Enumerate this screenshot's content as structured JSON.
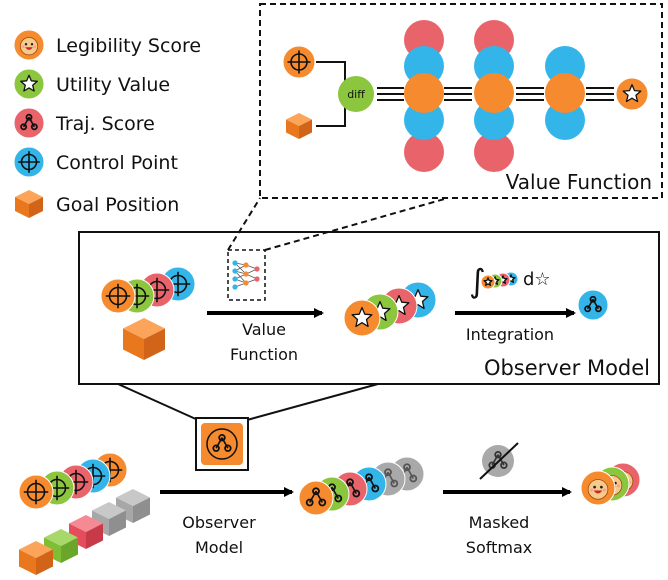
{
  "legend": {
    "legibility": "Legibility Score",
    "utility": "Utility Value",
    "traj": "Traj. Score",
    "control": "Control Point",
    "goal": "Goal Position"
  },
  "value_function_box": {
    "title": "Value Function",
    "diff_label": "diff"
  },
  "observer_box": {
    "title": "Observer Model",
    "value_fn_label_line1": "Value",
    "value_fn_label_line2": "Function",
    "integration_label": "Integration",
    "integral_suffix": "d☆"
  },
  "bottom": {
    "observer_label_line1": "Observer",
    "observer_label_line2": "Model",
    "softmax_label_line1": "Masked",
    "softmax_label_line2": "Softmax"
  },
  "colors": {
    "orange": "#F58A2E",
    "green": "#8CC63F",
    "red": "#E9636B",
    "blue": "#33B5EA",
    "grey": "#A9A9A9",
    "cube_top": "#FBA45A",
    "cube_left": "#E8771E",
    "cube_right": "#D2641A"
  },
  "icons": [
    "legibility-icon",
    "utility-icon",
    "traj-icon",
    "control-point-icon",
    "goal-cube-icon",
    "neural-net-icon"
  ]
}
